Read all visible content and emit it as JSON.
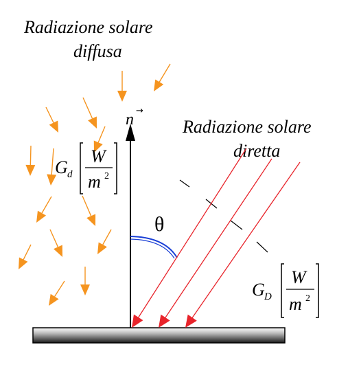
{
  "labels": {
    "diffuse_line1": "Radiazione solare",
    "diffuse_line2": "diffusa",
    "direct_line1": "Radiazione solare",
    "direct_line2": "diretta",
    "normal_symbol": "n",
    "normal_arrow": "→",
    "angle_symbol": "θ",
    "diffuse_flux": {
      "symbol": "G",
      "subscript": "d",
      "unit_num": "W",
      "unit_den": "m",
      "unit_exp": "2"
    },
    "direct_flux": {
      "symbol": "G",
      "subscript": "D",
      "unit_num": "W",
      "unit_den": "m",
      "unit_exp": "2"
    }
  },
  "colors": {
    "diffuse_arrow": "#f5941f",
    "direct_ray": "#e8242b",
    "angle_arc": "#1a3fd6",
    "surface_dark": "#000000",
    "surface_light": "#e8e8e8"
  }
}
